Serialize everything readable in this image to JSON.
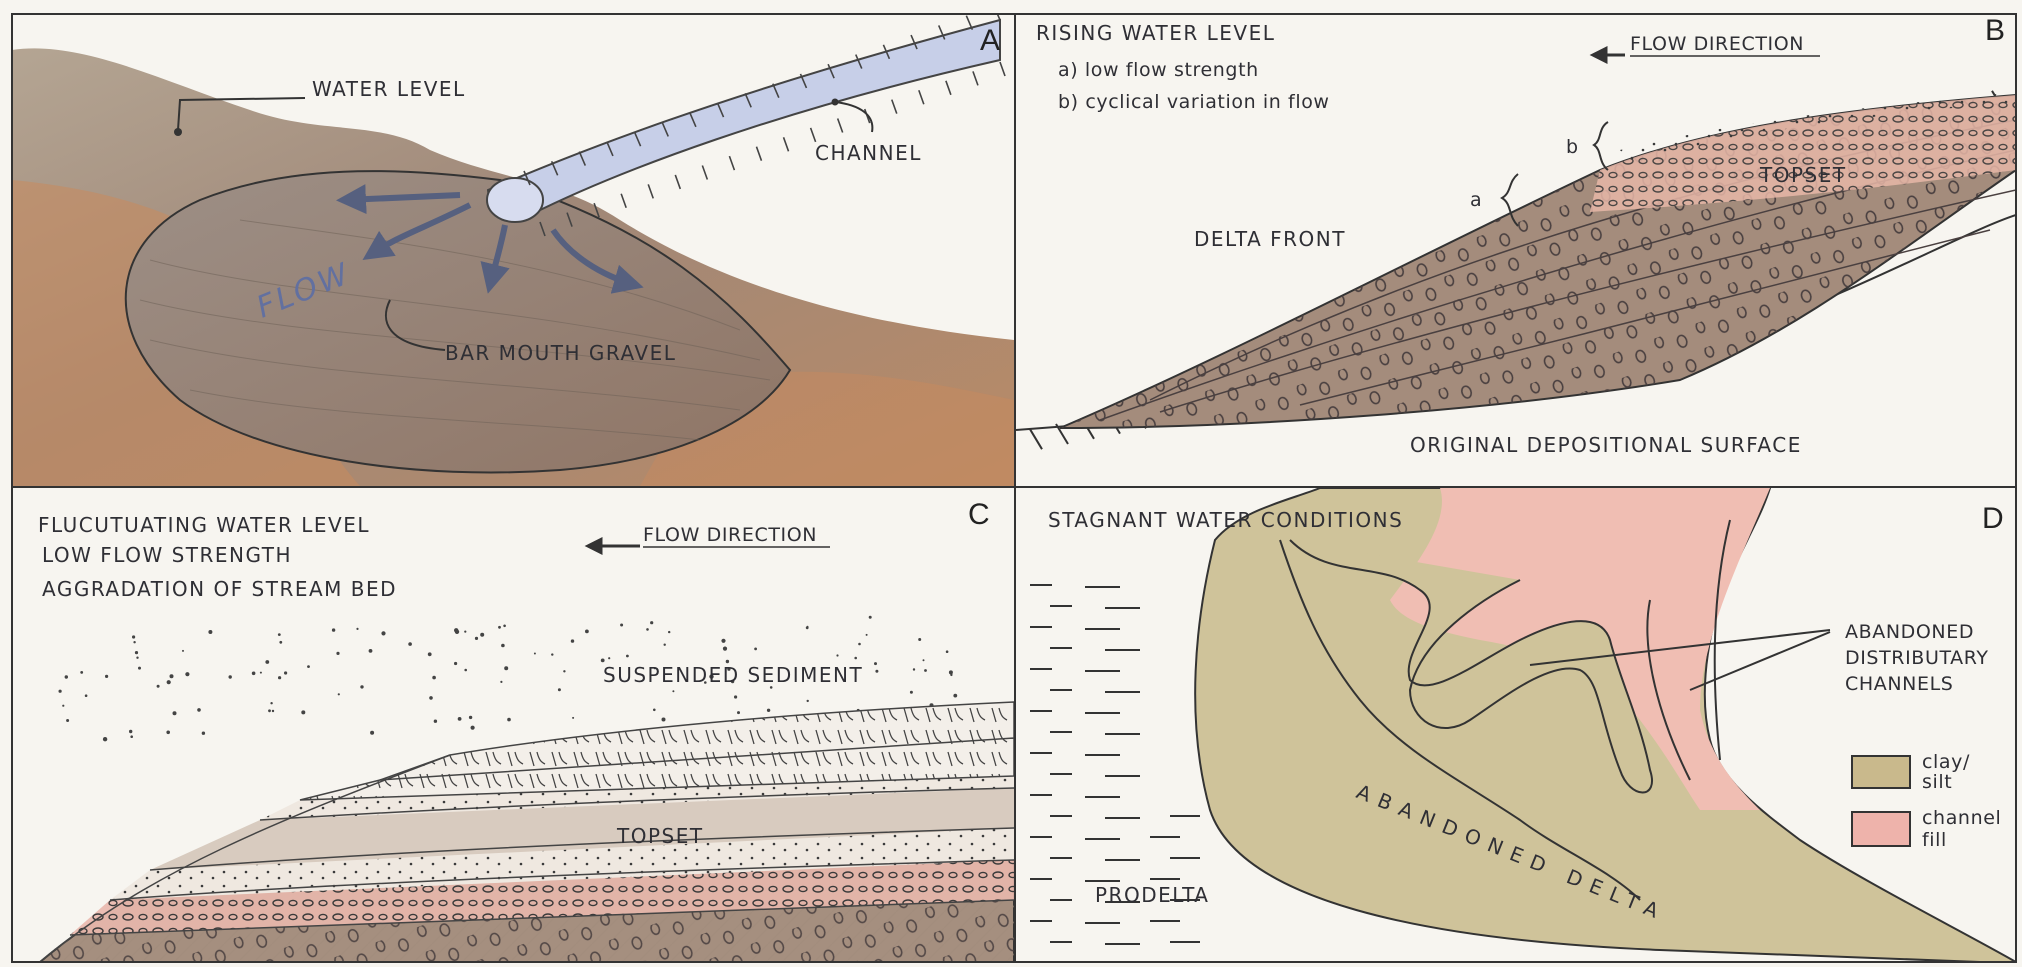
{
  "panels": {
    "a": {
      "letter": "A",
      "water_level": "WATER LEVEL",
      "channel": "CHANNEL",
      "flow": "FLOW",
      "bar_mouth_gravel": "BAR MOUTH GRAVEL"
    },
    "b": {
      "letter": "B",
      "rising_water_level": "RISING WATER LEVEL",
      "item_a": "a) low flow strength",
      "item_b": "b) cyclical variation in flow",
      "flow_direction": "FLOW DIRECTION",
      "bracket_b": "b",
      "bracket_a": "a",
      "topset": "TOPSET",
      "delta_front": "DELTA FRONT",
      "original_surface": "ORIGINAL DEPOSITIONAL SURFACE"
    },
    "c": {
      "letter": "C",
      "line1": "FLUCUTUATING WATER LEVEL",
      "line2": "LOW FLOW STRENGTH",
      "line3": "AGGRADATION OF STREAM BED",
      "flow_direction": "FLOW DIRECTION",
      "suspended_sediment": "SUSPENDED SEDIMENT",
      "topset": "TOPSET"
    },
    "d": {
      "letter": "D",
      "stagnant": "STAGNANT WATER CONDITIONS",
      "abandoned_channels": [
        "ABANDONED",
        "DISTRIBUTARY",
        "CHANNELS"
      ],
      "abandoned_delta": "ABANDONED DELTA",
      "prodelta": "PRODELTA",
      "legend": [
        {
          "label": [
            "clay/",
            "silt"
          ],
          "color": "#c9b98c"
        },
        {
          "label": [
            "channel",
            "fill"
          ],
          "color": "#eeb3ab"
        }
      ]
    }
  },
  "colors": {
    "paper": "#f7f5f0",
    "sediment_brown": "#a48c78",
    "orange_brown": "#c98a5d",
    "channel_blue": "#c7cfe8",
    "arrow_blue": "#56607f",
    "clay_silt": "#cfc39a",
    "channel_fill": "#f0beb3",
    "ink": "#2f2f35"
  }
}
